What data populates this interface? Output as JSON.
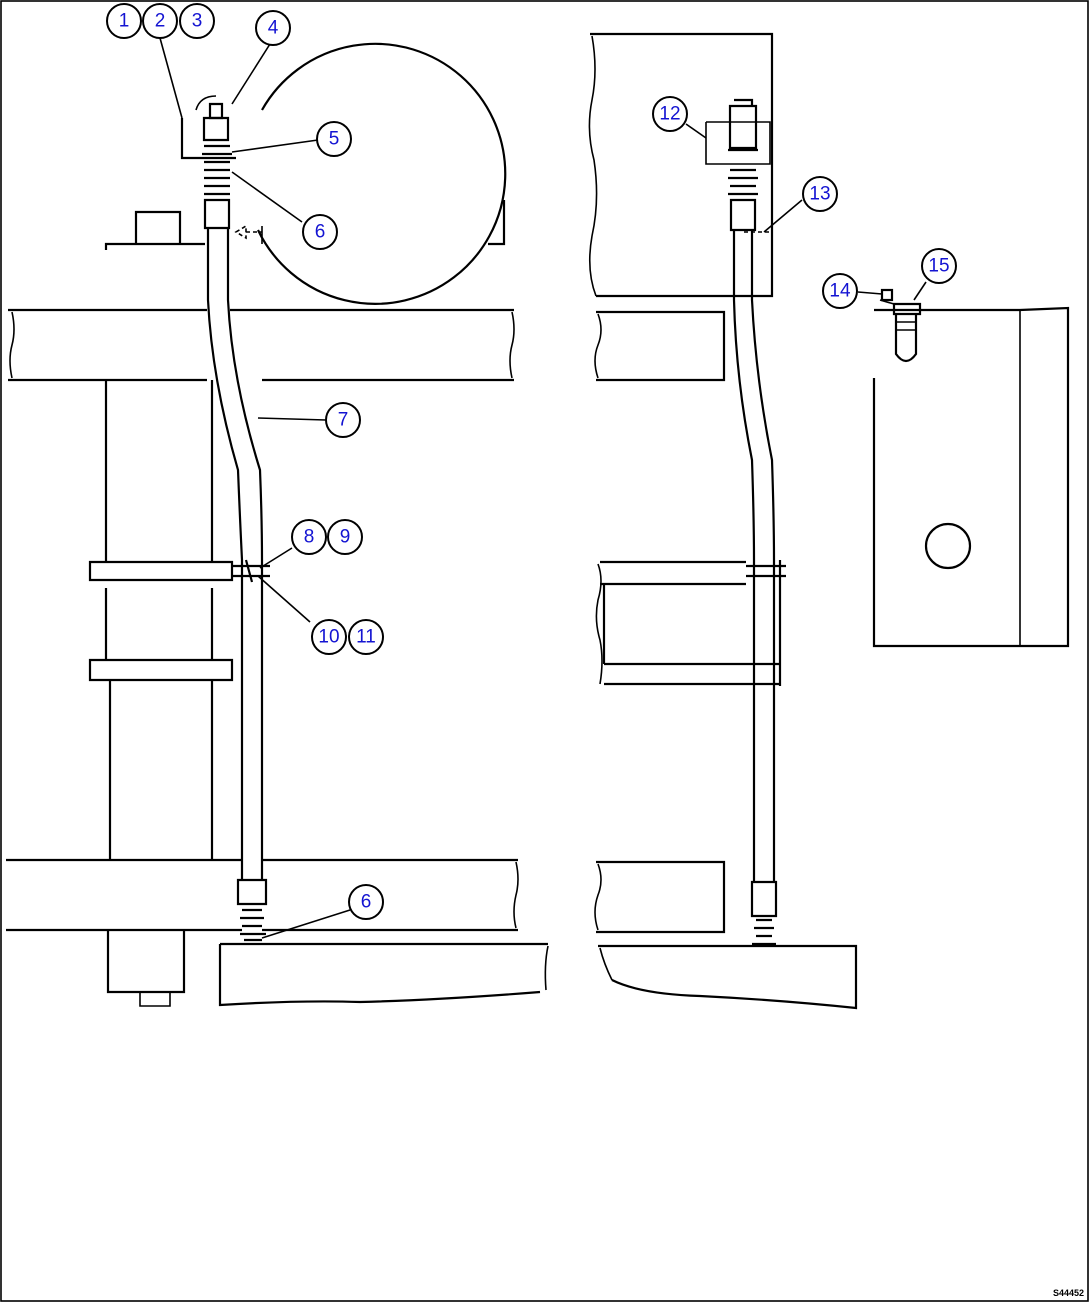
{
  "figure_code": "S44452",
  "callouts": [
    {
      "id": "c1",
      "label": "1"
    },
    {
      "id": "c2",
      "label": "2"
    },
    {
      "id": "c3",
      "label": "3"
    },
    {
      "id": "c4",
      "label": "4"
    },
    {
      "id": "c5",
      "label": "5"
    },
    {
      "id": "c6a",
      "label": "6"
    },
    {
      "id": "c7",
      "label": "7"
    },
    {
      "id": "c8",
      "label": "8"
    },
    {
      "id": "c9",
      "label": "9"
    },
    {
      "id": "c10",
      "label": "10"
    },
    {
      "id": "c11",
      "label": "11"
    },
    {
      "id": "c6b",
      "label": "6"
    },
    {
      "id": "c12",
      "label": "12"
    },
    {
      "id": "c13",
      "label": "13"
    },
    {
      "id": "c14",
      "label": "14"
    },
    {
      "id": "c15",
      "label": "15"
    }
  ],
  "colors": {
    "callout_text": "#1414d2",
    "linework": "#000000",
    "background": "#ffffff"
  }
}
